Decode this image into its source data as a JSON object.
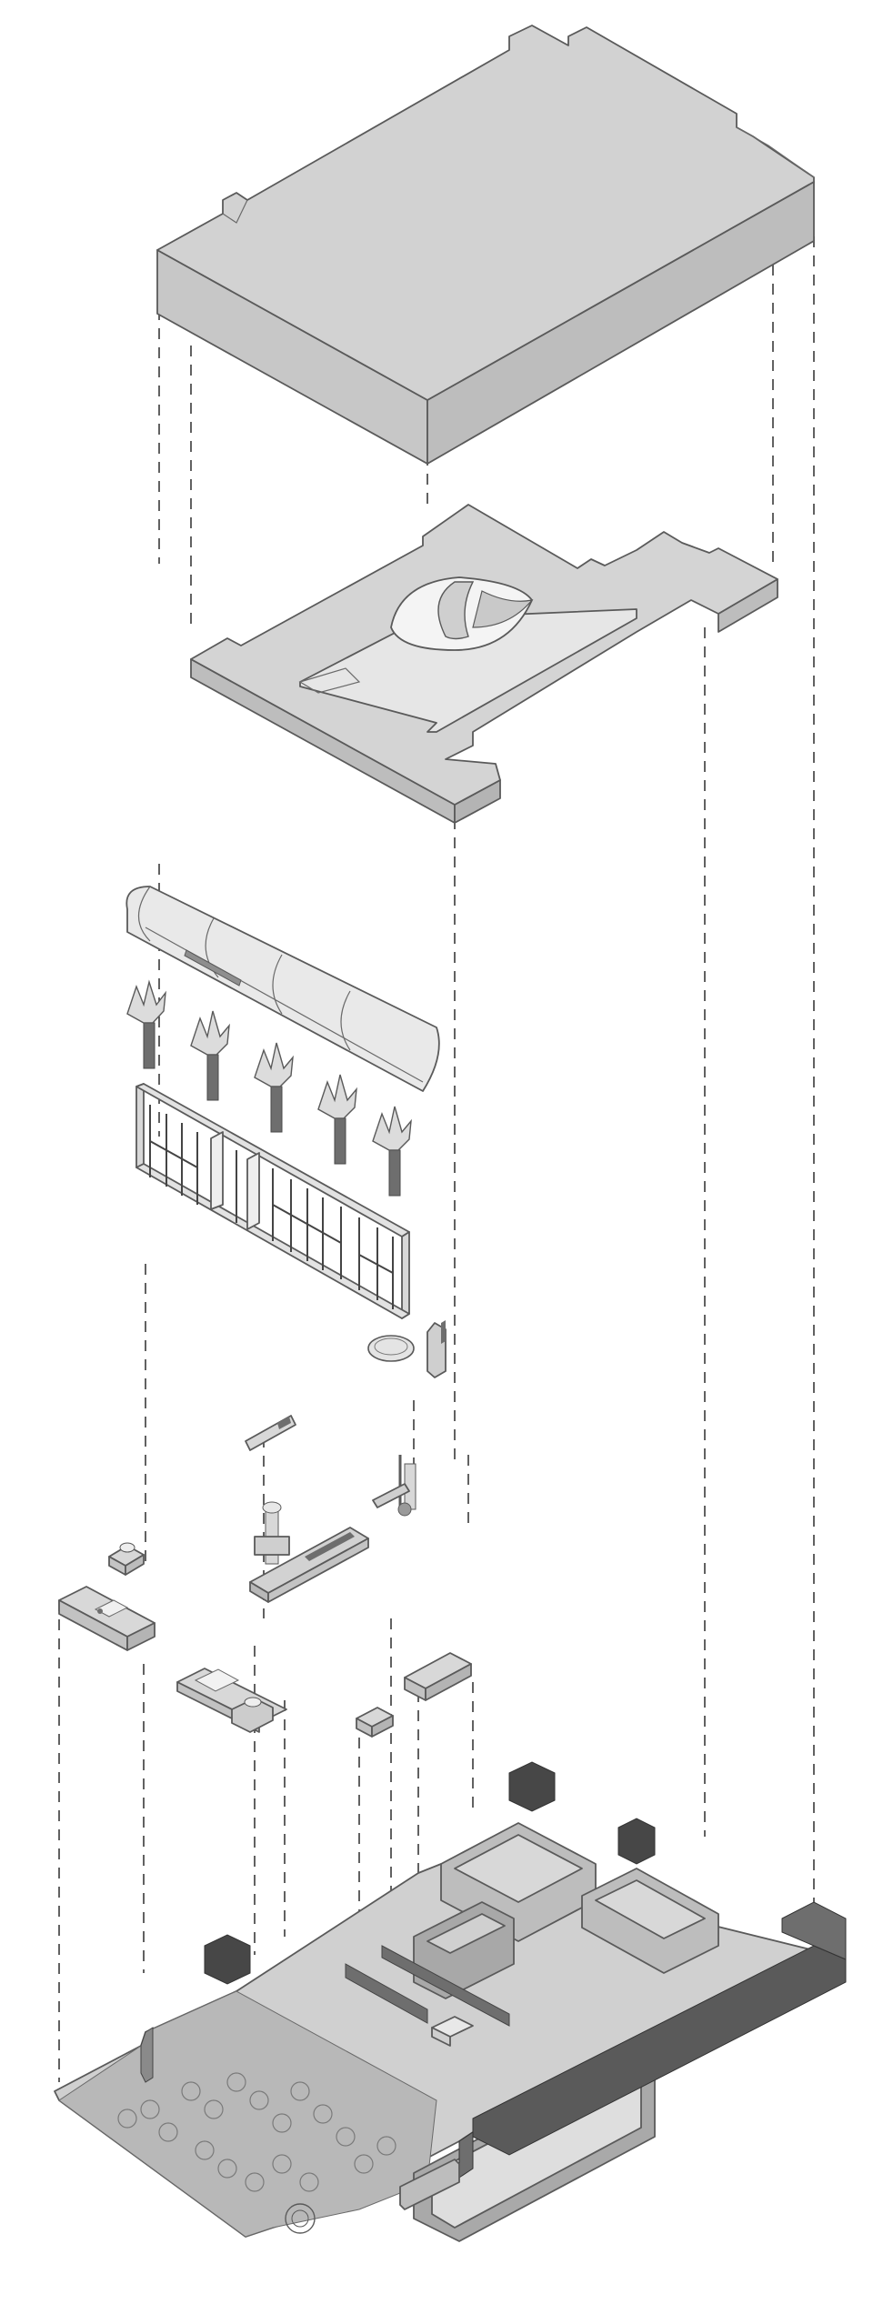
{
  "diagram": {
    "type": "exploded-axonometric",
    "layers": [
      {
        "name": "roof-slab"
      },
      {
        "name": "ceiling-slab-with-oculus"
      },
      {
        "name": "barrel-vault-canopy"
      },
      {
        "name": "column-capitals"
      },
      {
        "name": "glazed-partition-wall"
      },
      {
        "name": "furniture-fixtures"
      },
      {
        "name": "ground-floor-plan"
      }
    ],
    "colors": {
      "top_face": "#d2d2d2",
      "side_face": "#bdbdbd",
      "front_face": "#c7c7c7",
      "light_face": "#eeeeee",
      "dark_face": "#6e6e6e",
      "darkest_face": "#474747",
      "edge": "#5a5a5a",
      "guide_line": "#3a3a3a",
      "background": "#ffffff"
    }
  }
}
